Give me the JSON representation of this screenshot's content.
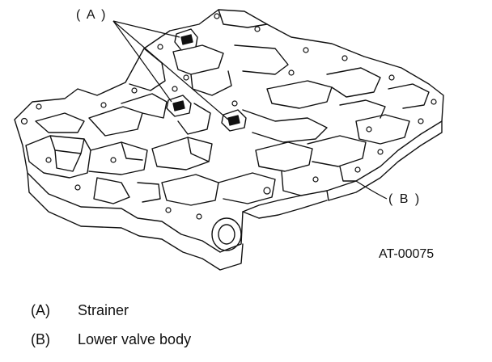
{
  "callouts": {
    "a": "( A )",
    "b": "( B )"
  },
  "figure_id": "AT-00075",
  "legend": [
    {
      "key": "(A)",
      "label": "Strainer"
    },
    {
      "key": "(B)",
      "label": "Lower valve body"
    }
  ]
}
